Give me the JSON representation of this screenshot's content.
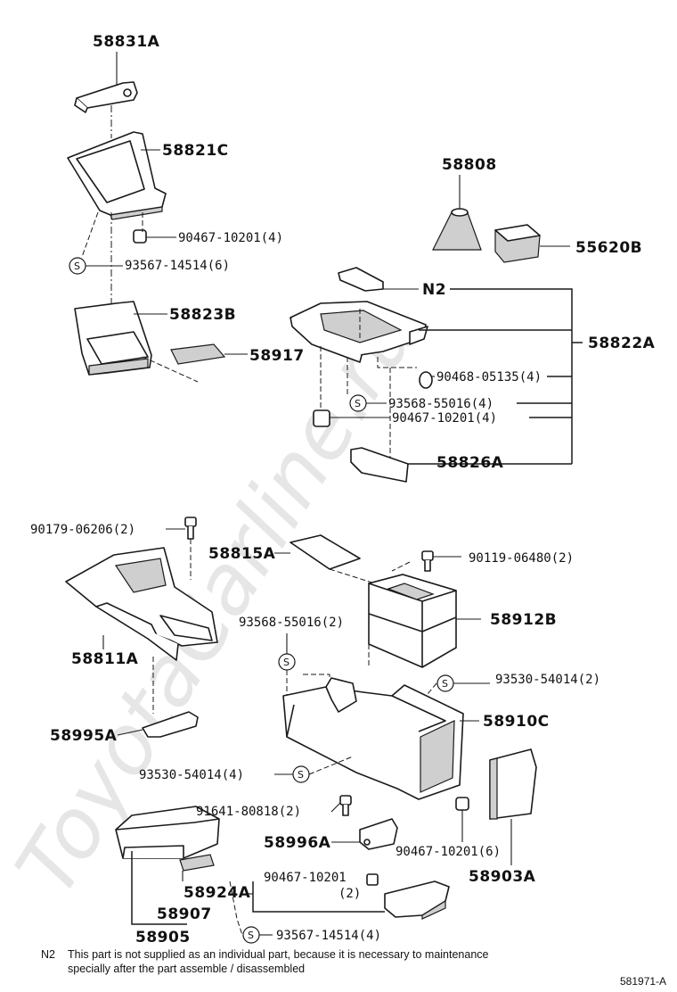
{
  "watermark": "ToyotaCarline.ru",
  "screw_symbol": "S",
  "parts": {
    "p58831A": "58831A",
    "p58821C": "58821C",
    "p58823B": "58823B",
    "p58917": "58917",
    "p58808": "58808",
    "p55620B": "55620B",
    "p58822A": "58822A",
    "p58826A": "58826A",
    "n2": "N2",
    "p58815A": "58815A",
    "p58811A": "58811A",
    "p58912B": "58912B",
    "p58910C": "58910C",
    "p58995A": "58995A",
    "p58996A": "58996A",
    "p58924A": "58924A",
    "p58907": "58907",
    "p58905": "58905",
    "p58903A": "58903A"
  },
  "fasteners": {
    "f1": "90467-10201(4)",
    "f2": "93567-14514(6)",
    "f3": "90468-05135(4)",
    "f4": "93568-55016(4)",
    "f5": "90467-10201(4)",
    "f6": "90179-06206(2)",
    "f7": "90119-06480(2)",
    "f8": "93568-55016(2)",
    "f9": "93530-54014(2)",
    "f10": "93530-54014(4)",
    "f11": "91641-80818(2)",
    "f12": "90467-10201(6)",
    "f13": "90467-10201",
    "f13b": "(2)",
    "f14": "93567-14514(4)"
  },
  "footnote": {
    "code": "N2",
    "line1": "This part is not supplied as an individual part, because it is necessary to maintenance",
    "line2": "specially after the part assemble / disassembled"
  },
  "drawing_id": "581971-A"
}
